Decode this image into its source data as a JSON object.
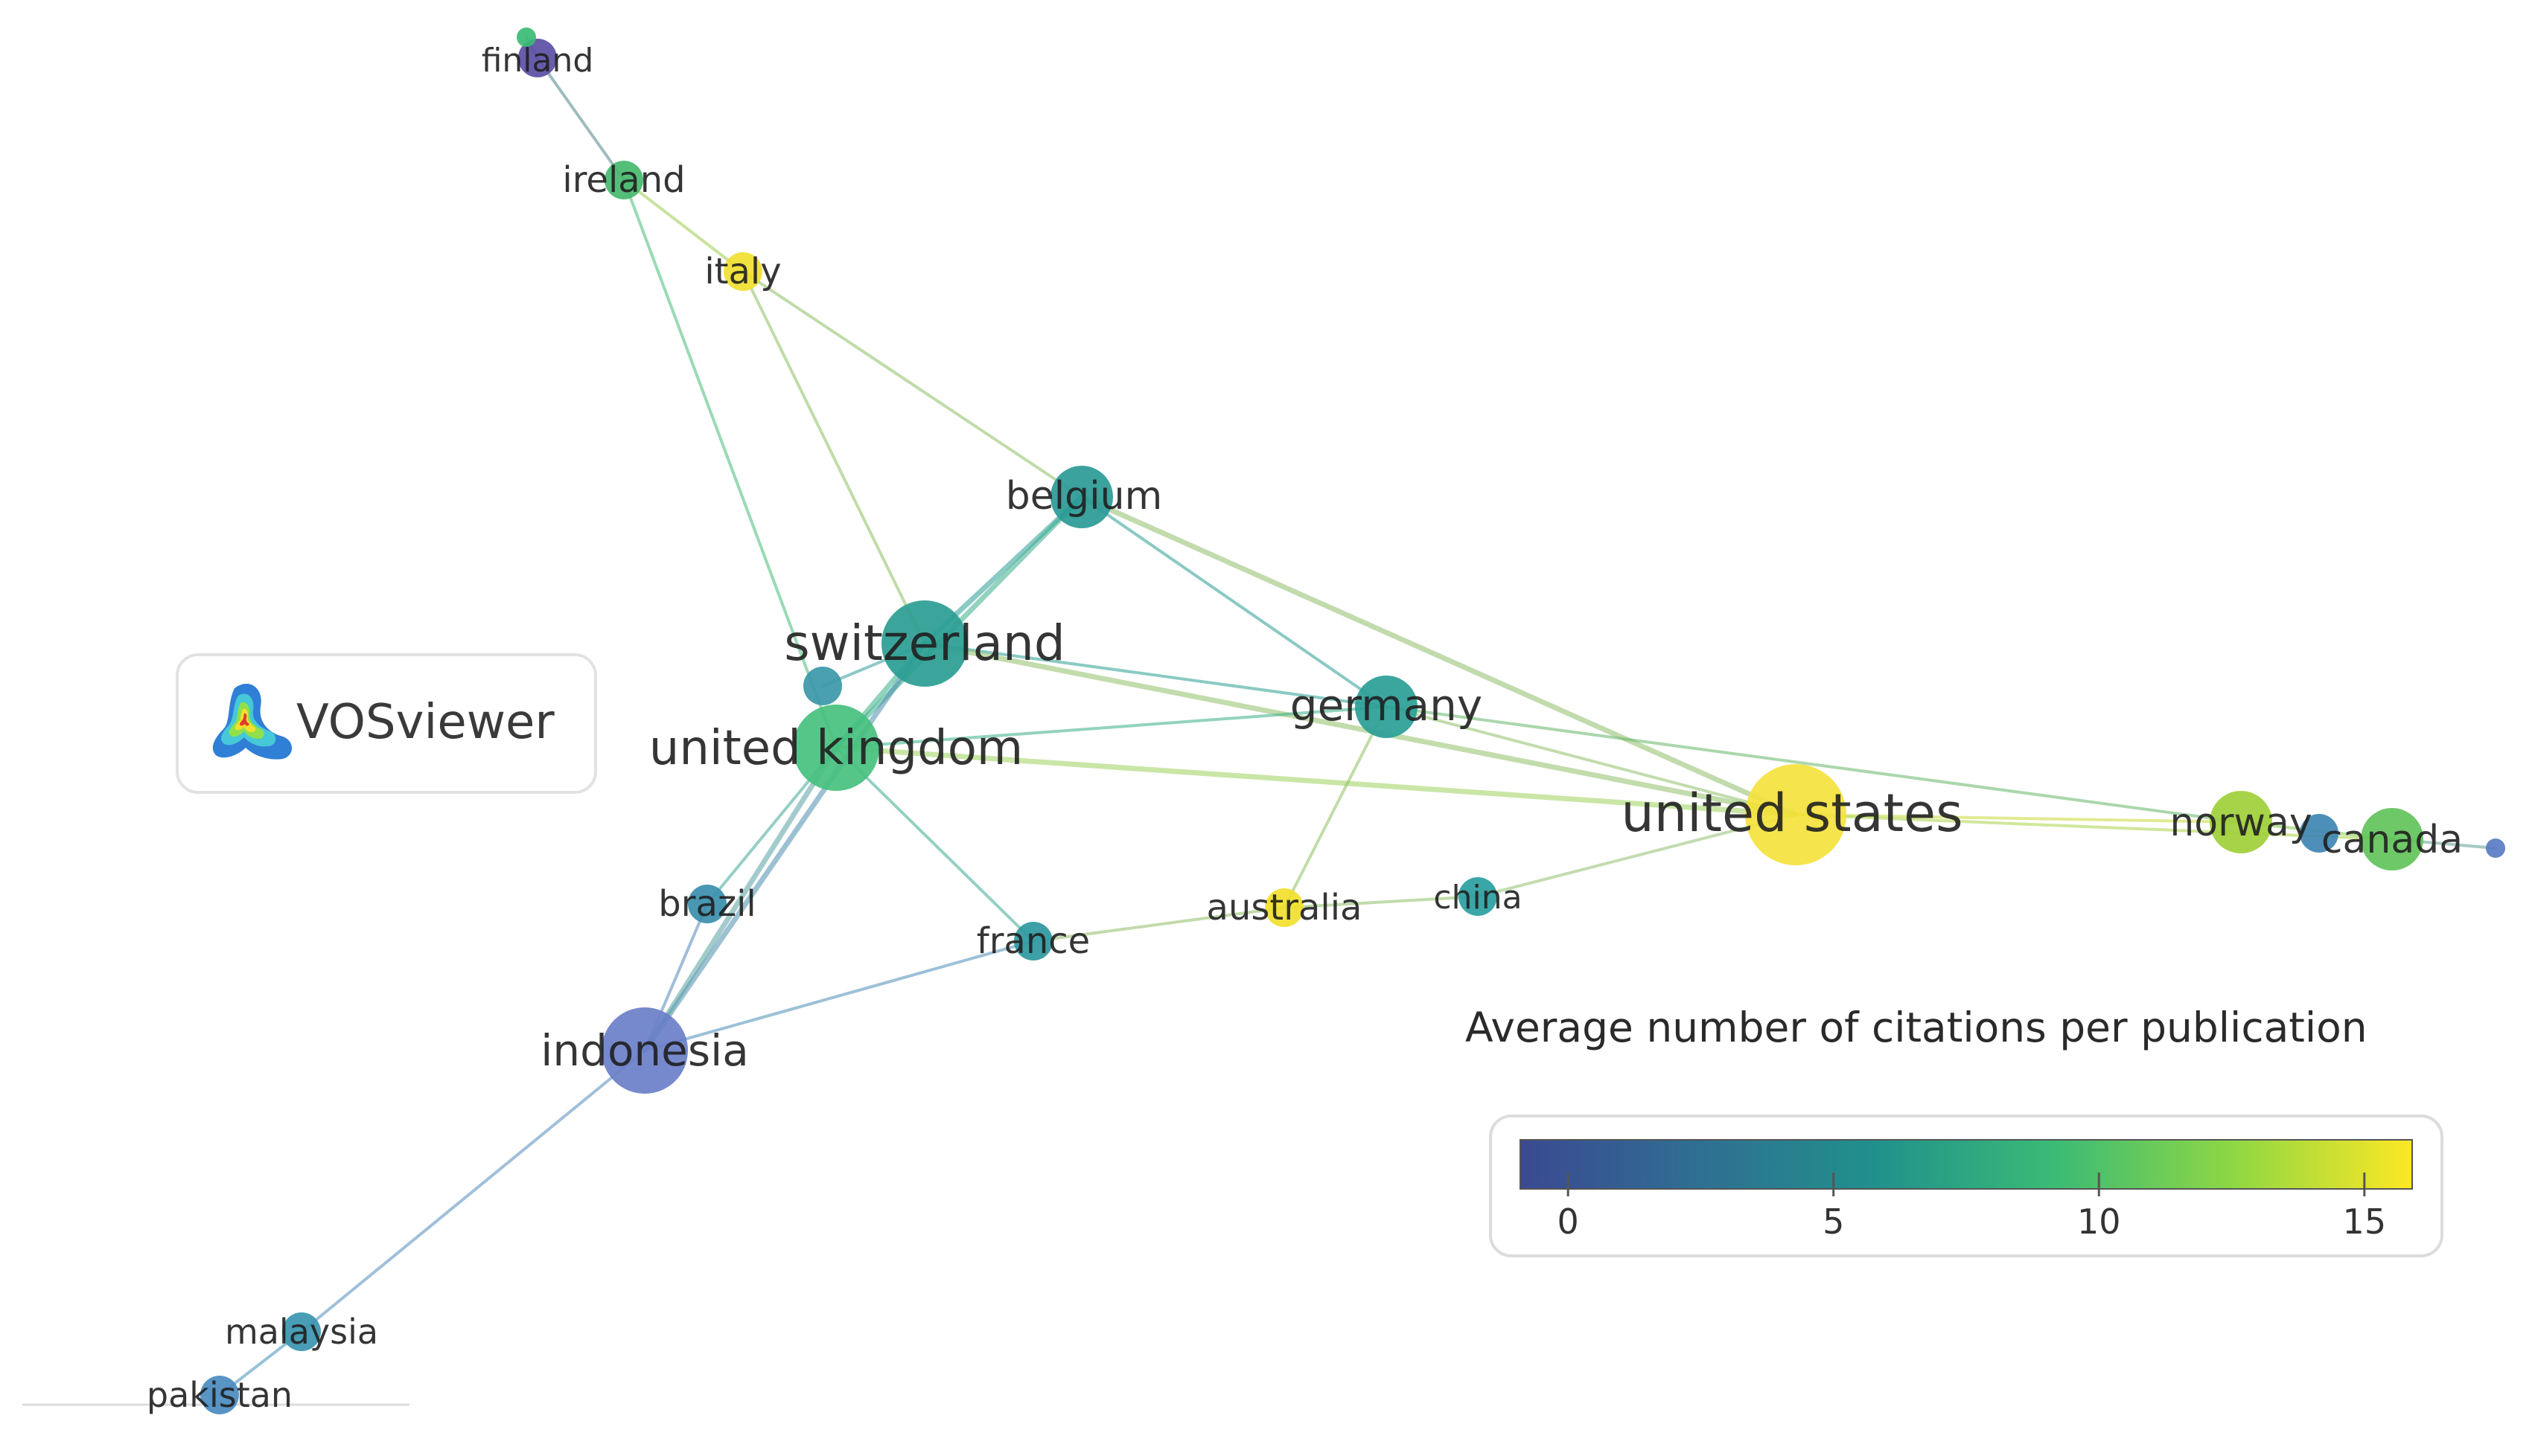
{
  "app": {
    "logo_text": "VOSviewer"
  },
  "legend": {
    "title": "Average number of citations per publication",
    "ticks": [
      "0",
      "5",
      "10",
      "15"
    ],
    "tick_values": [
      0,
      5,
      10,
      15
    ],
    "range": [
      -0.9,
      15.9
    ],
    "colormap": [
      "#3b4992",
      "#2f6f92",
      "#21918c",
      "#3bbb75",
      "#8fd744",
      "#fde725"
    ]
  },
  "nodes": [
    {
      "id": "finland",
      "label": "finland",
      "color": "#5a4fa3",
      "size": "small"
    },
    {
      "id": "finland2",
      "label": "",
      "color": "#3bbb75",
      "size": "tiny"
    },
    {
      "id": "ireland",
      "label": "ireland",
      "color": "#46b86e",
      "size": "small"
    },
    {
      "id": "italy",
      "label": "italy",
      "color": "#f0e030",
      "size": "small"
    },
    {
      "id": "belgium",
      "label": "belgium",
      "color": "#2a9a96",
      "size": "medium"
    },
    {
      "id": "switzerland",
      "label": "switzerland",
      "color": "#2a9d92",
      "size": "large"
    },
    {
      "id": "unknown1",
      "label": "",
      "color": "#3b98a8",
      "size": "small"
    },
    {
      "id": "united_kingdom",
      "label": "united kingdom",
      "color": "#46c07e",
      "size": "large"
    },
    {
      "id": "germany",
      "label": "germany",
      "color": "#2a9e96",
      "size": "medium"
    },
    {
      "id": "united_states",
      "label": "united states",
      "color": "#f4e23c",
      "size": "xlarge"
    },
    {
      "id": "norway",
      "label": "norway",
      "color": "#9fcf3a",
      "size": "medium"
    },
    {
      "id": "unknown2",
      "label": "",
      "color": "#3f86b3",
      "size": "small"
    },
    {
      "id": "canada",
      "label": "canada",
      "color": "#62c35a",
      "size": "medium"
    },
    {
      "id": "unknown3",
      "label": "",
      "color": "#5a7cc4",
      "size": "tiny"
    },
    {
      "id": "brazil",
      "label": "brazil",
      "color": "#3a8eac",
      "size": "small"
    },
    {
      "id": "france",
      "label": "france",
      "color": "#2e98a0",
      "size": "small"
    },
    {
      "id": "australia",
      "label": "australia",
      "color": "#f2df2c",
      "size": "small"
    },
    {
      "id": "china",
      "label": "china",
      "color": "#2a9ea0",
      "size": "small"
    },
    {
      "id": "indonesia",
      "label": "indonesia",
      "color": "#6a7fc8",
      "size": "large"
    },
    {
      "id": "malaysia",
      "label": "malaysia",
      "color": "#3a95b0",
      "size": "small"
    },
    {
      "id": "pakistan",
      "label": "pakistan",
      "color": "#4a8bbf",
      "size": "small"
    }
  ],
  "edges": [
    [
      "finland",
      "finland2"
    ],
    [
      "finland",
      "ireland"
    ],
    [
      "ireland",
      "italy"
    ],
    [
      "ireland",
      "united_kingdom"
    ],
    [
      "italy",
      "belgium"
    ],
    [
      "italy",
      "switzerland"
    ],
    [
      "belgium",
      "switzerland"
    ],
    [
      "belgium",
      "united_kingdom"
    ],
    [
      "belgium",
      "germany"
    ],
    [
      "belgium",
      "united_states"
    ],
    [
      "switzerland",
      "germany"
    ],
    [
      "switzerland",
      "united_kingdom"
    ],
    [
      "switzerland",
      "united_states"
    ],
    [
      "switzerland",
      "indonesia"
    ],
    [
      "united_kingdom",
      "germany"
    ],
    [
      "united_kingdom",
      "united_states"
    ],
    [
      "united_kingdom",
      "brazil"
    ],
    [
      "united_kingdom",
      "indonesia"
    ],
    [
      "united_kingdom",
      "france"
    ],
    [
      "germany",
      "united_states"
    ],
    [
      "germany",
      "norway"
    ],
    [
      "germany",
      "australia"
    ],
    [
      "united_states",
      "norway"
    ],
    [
      "united_states",
      "canada"
    ],
    [
      "united_states",
      "china"
    ],
    [
      "norway",
      "canada"
    ],
    [
      "canada",
      "unknown3"
    ],
    [
      "brazil",
      "indonesia"
    ],
    [
      "france",
      "australia"
    ],
    [
      "france",
      "indonesia"
    ],
    [
      "australia",
      "china"
    ],
    [
      "indonesia",
      "malaysia"
    ],
    [
      "malaysia",
      "pakistan"
    ],
    [
      "unknown1",
      "switzerland"
    ]
  ]
}
